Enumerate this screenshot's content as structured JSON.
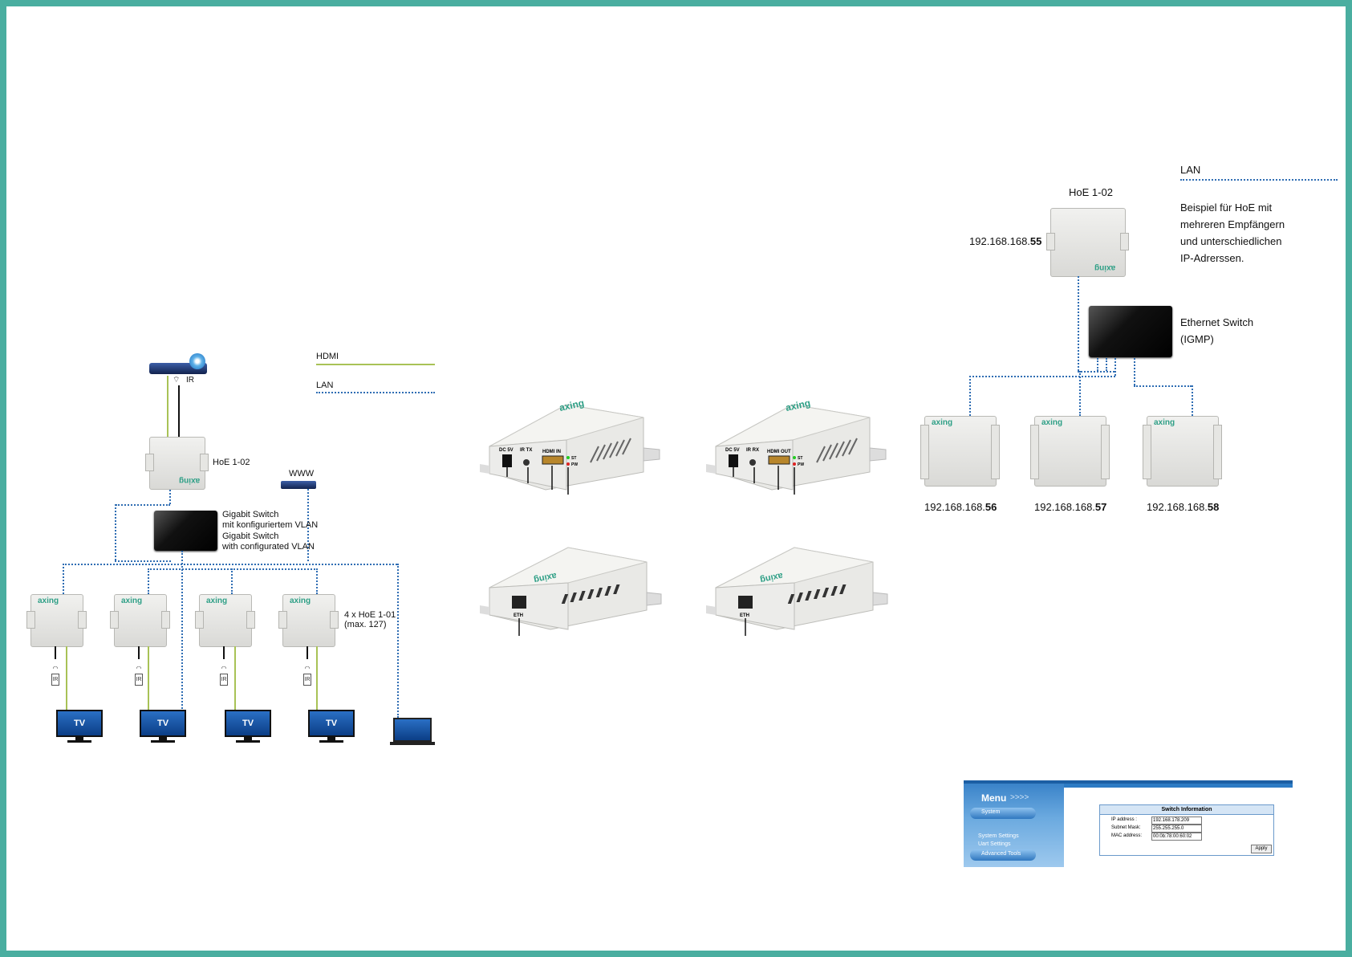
{
  "left_diagram": {
    "legend": {
      "hdmi": "HDMI",
      "lan": "LAN"
    },
    "source_ir_label": "IR",
    "transmitter_label": "HoE 1-02",
    "www_label": "WWW",
    "switch_label_lines": [
      "Gigabit Switch",
      "mit konfiguriertem VLAN",
      "Gigabit Switch",
      "with configurated VLAN"
    ],
    "receivers_label_lines": [
      "4 x HoE 1-01",
      "(max. 127)"
    ],
    "ir_label": "IR",
    "tv_labels": [
      "TV",
      "TV",
      "TV",
      "TV"
    ],
    "brand": "axing",
    "colors": {
      "hdmi": "#a8c256",
      "lan": "#2f6db3",
      "frame": "#4aaea0"
    }
  },
  "middle_devices": {
    "front_tx_labels": [
      "DC 5V",
      "IR TX",
      "HDMI IN",
      "ST",
      "PW"
    ],
    "front_rx_labels": [
      "DC 5V",
      "IR RX",
      "HDMI OUT",
      "ST",
      "PW"
    ],
    "back_labels": [
      "ETH",
      "ETH"
    ],
    "brand": "axing"
  },
  "right_diagram": {
    "legend_lan": "LAN",
    "transmitter_label": "HoE 1-02",
    "transmitter_ip_prefix": "192.168.168.",
    "transmitter_ip_suffix": "55",
    "description_lines": [
      "Beispiel für HoE mit",
      "mehreren Empfängern",
      "und unterschiedlichen",
      "IP-Adrerssen."
    ],
    "switch_label_lines": [
      "Ethernet Switch",
      "(IGMP)"
    ],
    "receivers": [
      {
        "ip_prefix": "192.168.168.",
        "ip_suffix": "56"
      },
      {
        "ip_prefix": "192.168.168.",
        "ip_suffix": "57"
      },
      {
        "ip_prefix": "192.168.168.",
        "ip_suffix": "58"
      }
    ],
    "brand": "axing"
  },
  "web_ui": {
    "menu_title": "Menu",
    "menu_arrows": ">>>>",
    "menu_items": [
      "System",
      "System Settings",
      "Uart Settings",
      "Advanced Tools"
    ],
    "panel_title": "Switch Information",
    "fields": [
      {
        "label": "IP address :",
        "value": "192.168.178.209"
      },
      {
        "label": "Subnet Mask:",
        "value": "255.255.255.0"
      },
      {
        "label": "MAC address:",
        "value": "00:0b:78:00:60:02"
      }
    ],
    "apply_label": "Apply"
  }
}
